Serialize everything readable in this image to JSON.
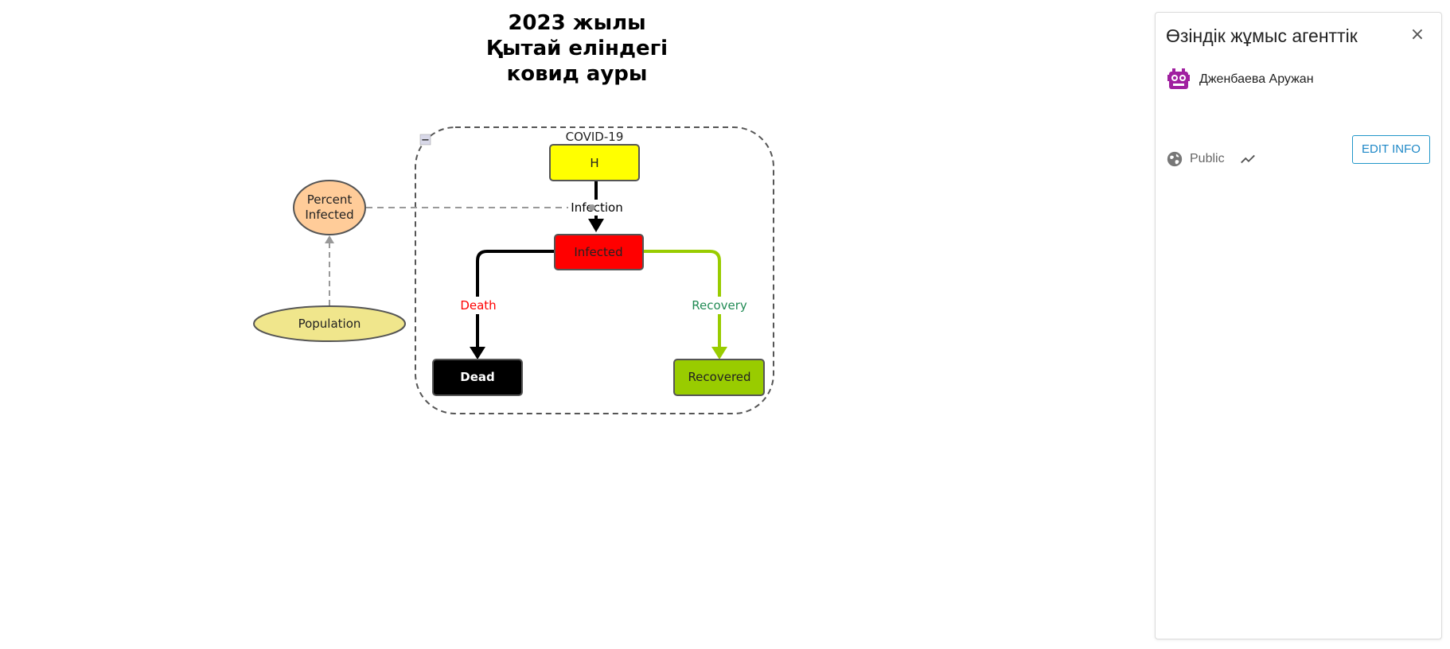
{
  "diagram": {
    "title_lines": [
      "2023 жылы",
      "Қытай еліндегі",
      "ковид ауры"
    ],
    "group_label": "COVID-19",
    "collapse_symbol": "−",
    "nodes": {
      "h": "H",
      "infected": "Infected",
      "dead": "Dead",
      "recovered": "Recovered",
      "percent_infected_line1": "Percent",
      "percent_infected_line2": "Infected",
      "population": "Population"
    },
    "flows": {
      "infection": "Infection",
      "death": "Death",
      "recovery": "Recovery"
    },
    "colors": {
      "h": "#ffff00",
      "infected": "#ff0000",
      "dead": "#000000",
      "recovered": "#99cc00",
      "percent_infected": "#ffcc99",
      "population": "#f0e68c",
      "death_label": "#ff0000",
      "recovery_label": "#228b55",
      "recovery_flow": "#99cc00"
    }
  },
  "panel": {
    "title": "Өзіндік жұмыс агенттік",
    "close_icon": "×",
    "author": "Дженбаева Аружан",
    "visibility": "Public",
    "edit_button": "EDIT INFO"
  }
}
